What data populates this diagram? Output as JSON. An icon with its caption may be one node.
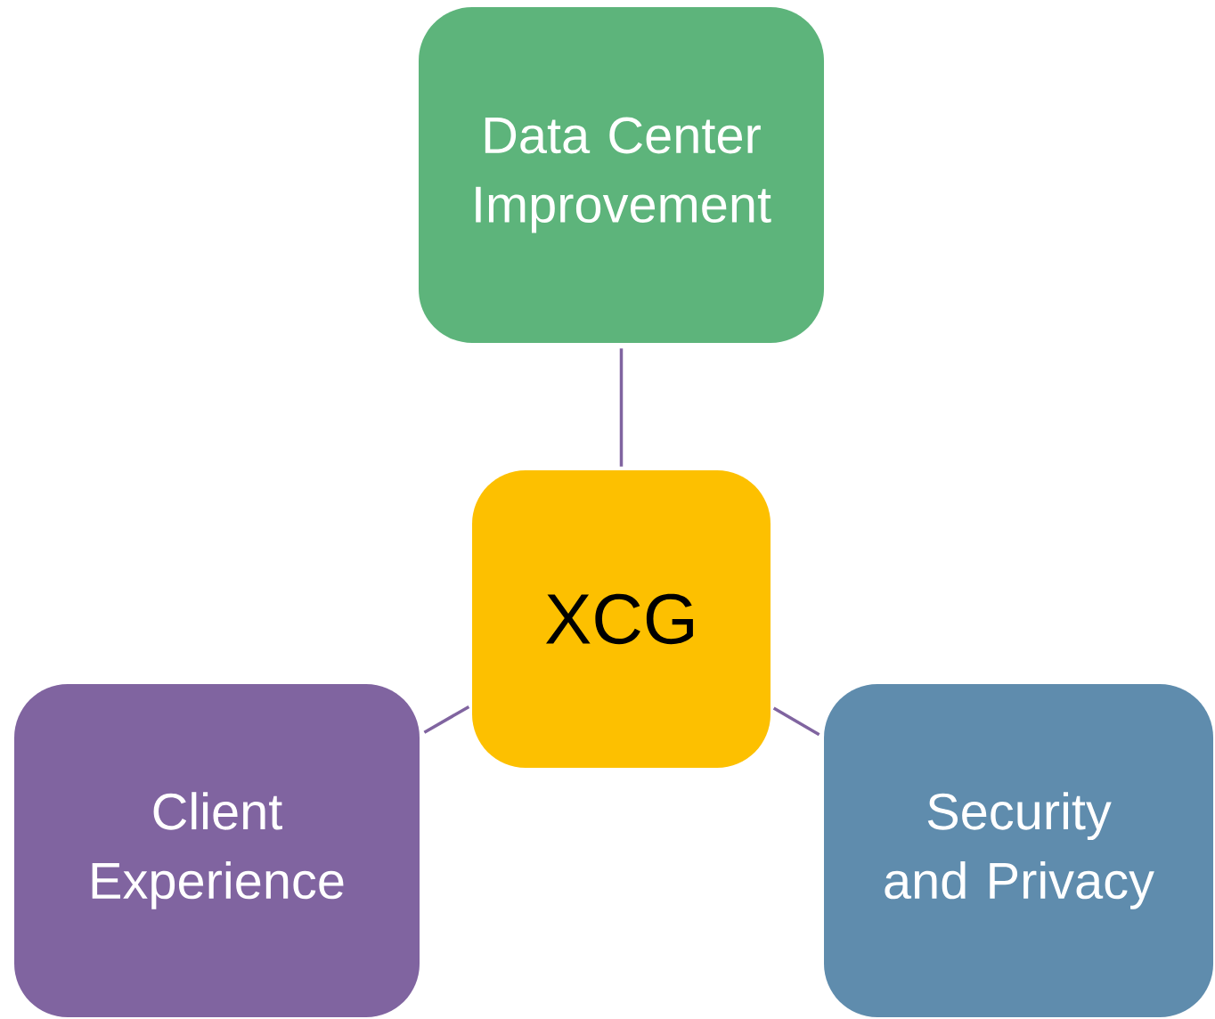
{
  "diagram": {
    "nodes": [
      {
        "text": [
          "Data Center Improvement"
        ]
      },
      {
        "text": [
          "XCG"
        ]
      },
      {
        "text": [
          "Client Experience"
        ]
      },
      {
        "text": [
          "Security and Privacy"
        ]
      }
    ],
    "edges": [
      {
        "from": 1,
        "to": 0,
        "arrow": "none"
      },
      {
        "from": 1,
        "to": 2,
        "arrow": "none"
      },
      {
        "from": 1,
        "to": 3,
        "arrow": "none"
      }
    ]
  }
}
